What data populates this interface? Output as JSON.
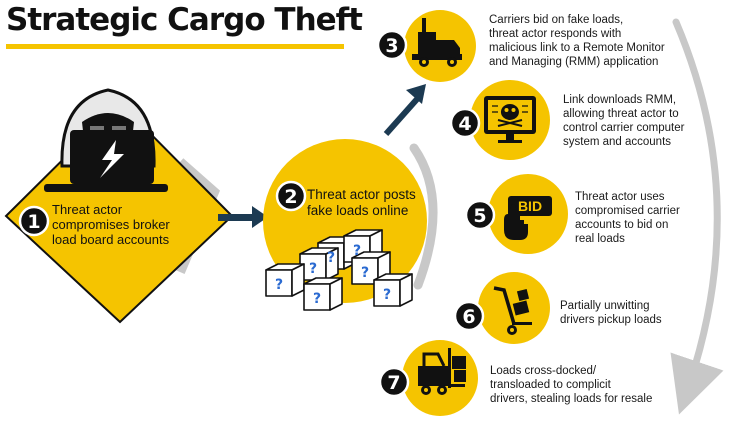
{
  "title": "Strategic Cargo Theft",
  "colors": {
    "accent": "#f5c400",
    "dark": "#111111",
    "arrow": "#1c3a52",
    "swoosh": "#c8c8c8"
  },
  "steps": [
    {
      "number": "1",
      "text": "Threat actor\ncompromises broker\nload board accounts",
      "icon": "hacker-laptop-icon"
    },
    {
      "number": "2",
      "text": "Threat actor posts\nfake loads online",
      "icon": "boxes-icon"
    },
    {
      "number": "3",
      "text": "Carriers bid on fake loads,\nthreat actor responds with\nmalicious link to a Remote Monitor\nand Managing (RMM) application",
      "icon": "truck-icon"
    },
    {
      "number": "4",
      "text": "Link downloads RMM,\nallowing threat actor to\ncontrol carrier computer\nsystem and accounts",
      "icon": "skull-monitor-icon"
    },
    {
      "number": "5",
      "text": "Threat actor uses\ncompromised carrier\naccounts to bid on\nreal loads",
      "icon": "bid-hand-icon"
    },
    {
      "number": "6",
      "text": "Partially unwitting\ndrivers pickup loads",
      "icon": "hand-truck-icon"
    },
    {
      "number": "7",
      "text": "Loads cross-docked/\ntransloaded to complicit\ndrivers, stealing loads for resale",
      "icon": "forklift-icon"
    }
  ],
  "icons": {
    "box_mark": "?",
    "bid_sign": "BID"
  }
}
